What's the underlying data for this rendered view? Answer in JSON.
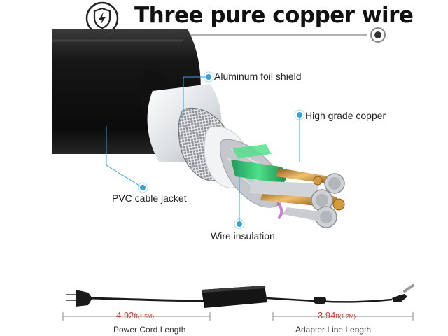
{
  "header": {
    "title": "Three pure copper wire",
    "icon": "shield-lightning-icon"
  },
  "callouts": {
    "aluminum_foil": "Aluminum foil shield",
    "high_grade_copper": "High grade copper",
    "pvc_jacket": "PVC cable jacket",
    "wire_insulation": "Wire insulation"
  },
  "dimensions": {
    "power_cord": {
      "value": "4.92",
      "unit": "ft",
      "metric": "(1.5M)",
      "caption": "Power Cord Length"
    },
    "adapter_line": {
      "value": "3.94",
      "unit": "ft",
      "metric": "(1.2M)",
      "caption": "Adapter Line Length"
    }
  },
  "colors": {
    "callout_blue": "#3aa0d8",
    "dimension_red": "#d43a2a",
    "cable_black": "#1a1a1a",
    "wire_green": "#2dbf6a",
    "copper": "#d59a3c"
  }
}
